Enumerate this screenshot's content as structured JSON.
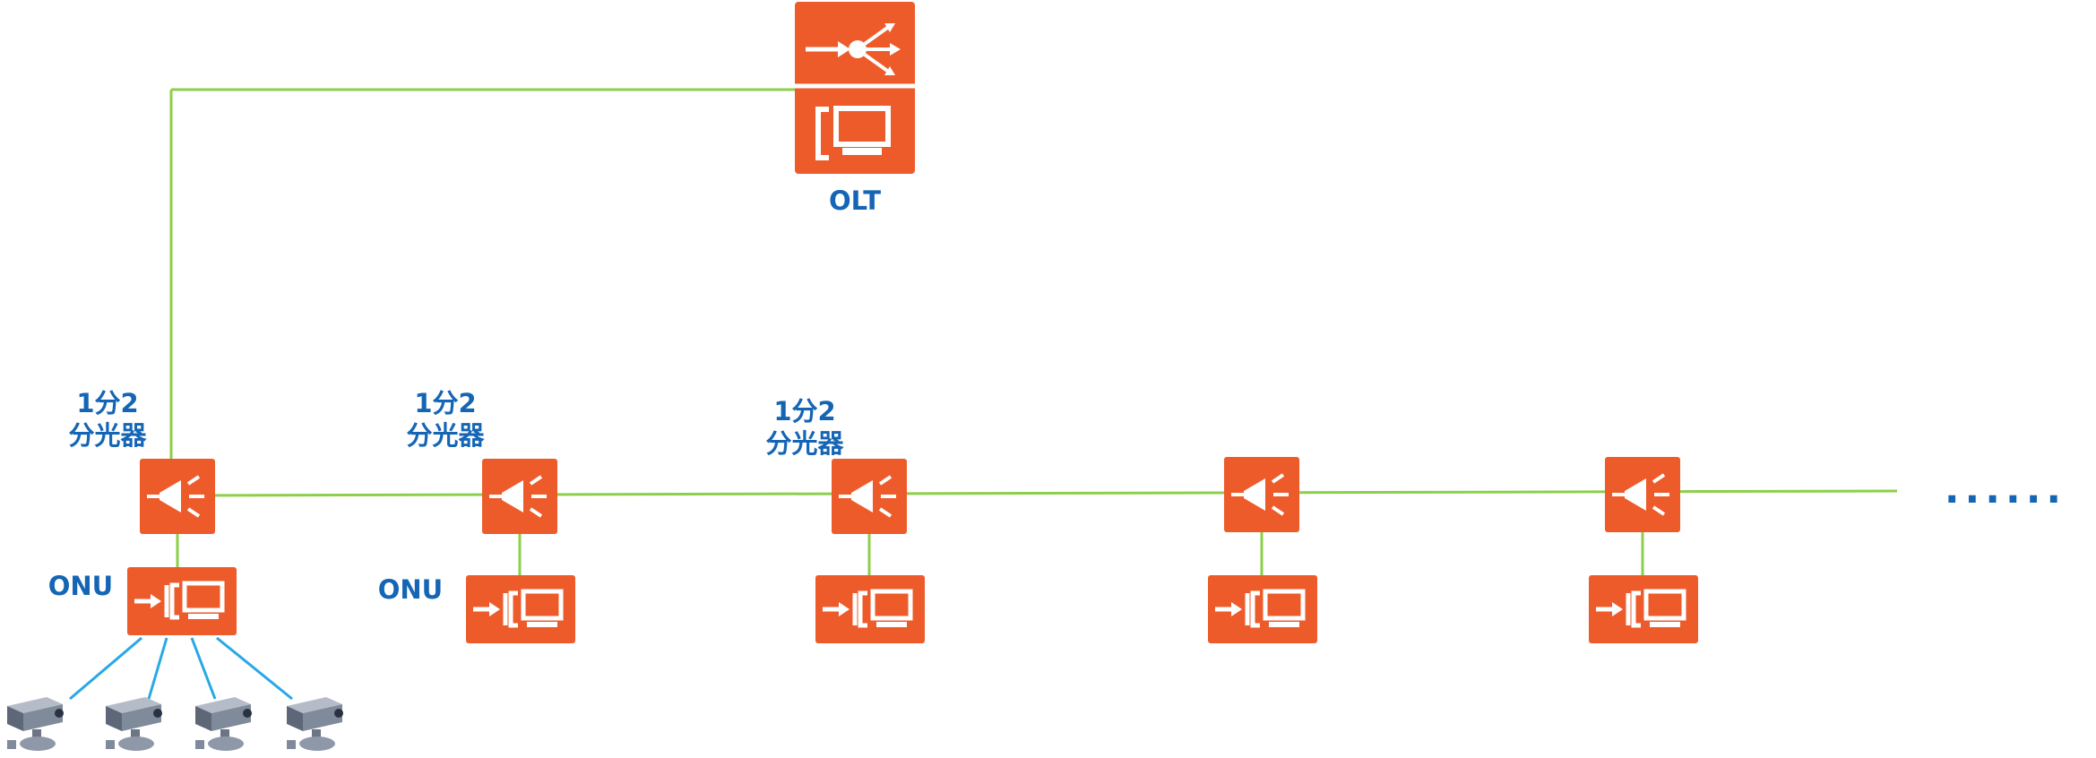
{
  "colors": {
    "device_orange": "#ee5b2a",
    "link_green": "#8ccf4a",
    "camera_link_blue": "#29a8e6",
    "label_blue": "#1565b5"
  },
  "olt": {
    "label": "OLT",
    "icon": "olt-icon"
  },
  "splitters": [
    {
      "label_line1": "1分2",
      "label_line2": "分光器"
    },
    {
      "label_line1": "1分2",
      "label_line2": "分光器"
    },
    {
      "label_line1": "1分2",
      "label_line2": "分光器"
    },
    {
      "label_line1": "",
      "label_line2": ""
    },
    {
      "label_line1": "",
      "label_line2": ""
    }
  ],
  "onus": [
    {
      "label": "ONU"
    },
    {
      "label": "ONU"
    },
    {
      "label": ""
    },
    {
      "label": ""
    },
    {
      "label": ""
    }
  ],
  "cameras": [
    {
      "icon": "camera-icon"
    },
    {
      "icon": "camera-icon"
    },
    {
      "icon": "camera-icon"
    },
    {
      "icon": "camera-icon"
    }
  ],
  "continuation": {
    "text": "······"
  }
}
